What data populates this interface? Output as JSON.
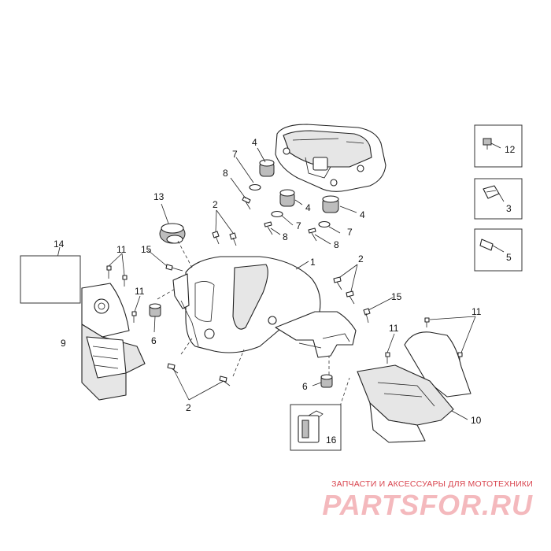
{
  "callouts": {
    "c1": "1",
    "c2a": "2",
    "c2b": "2",
    "c2c": "2",
    "c3": "3",
    "c4a": "4",
    "c4b": "4",
    "c4c": "4",
    "c5": "5",
    "c6a": "6",
    "c6b": "6",
    "c7a": "7",
    "c7b": "7",
    "c7c": "7",
    "c8a": "8",
    "c8b": "8",
    "c8c": "8",
    "c9": "9",
    "c10": "10",
    "c11a": "11",
    "c11b": "11",
    "c11c": "11",
    "c11d": "11",
    "c12": "12",
    "c13": "13",
    "c14": "14",
    "c15a": "15",
    "c15b": "15",
    "c16": "16"
  },
  "watermark": {
    "caption": "ЗАПЧАСТИ И АКСЕССУАРЫ ДЛЯ МОТОТЕХНИКИ",
    "logo": "PARTSFOR.RU"
  },
  "colors": {
    "line": "#222222",
    "watermark_caption": "#d9454f",
    "watermark_logo": "#f4b9bd"
  }
}
